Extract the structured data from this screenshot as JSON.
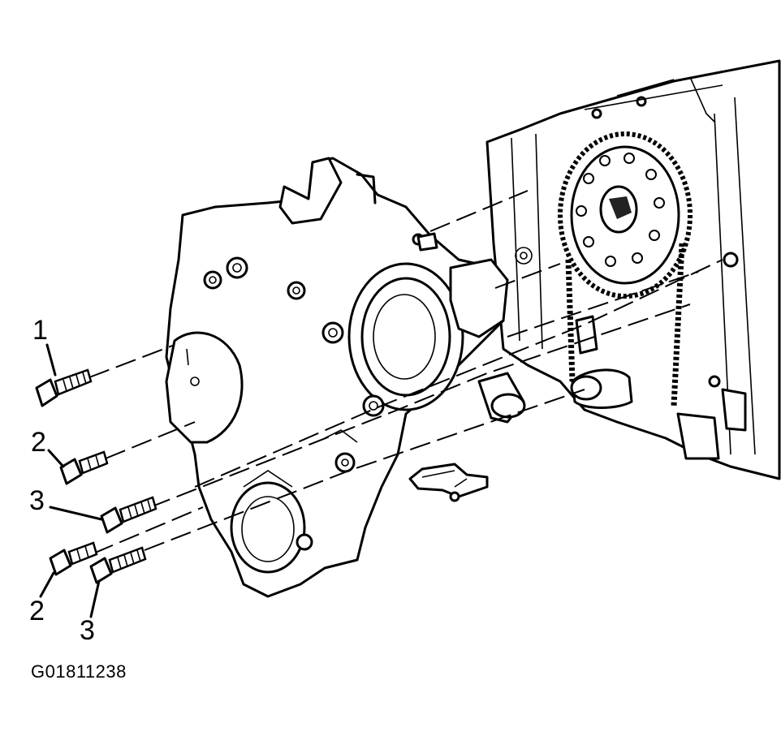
{
  "callouts": [
    {
      "id": "c1",
      "label": "1"
    },
    {
      "id": "c2a",
      "label": "2"
    },
    {
      "id": "c3a",
      "label": "3"
    },
    {
      "id": "c2b",
      "label": "2"
    },
    {
      "id": "c3b",
      "label": "3"
    }
  ],
  "figure_id": "G01811238"
}
